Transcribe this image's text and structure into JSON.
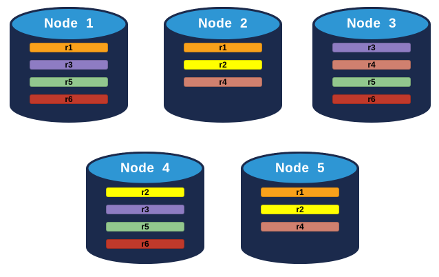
{
  "nodes": [
    {
      "label": "Node  1",
      "replicas": [
        "r1",
        "r3",
        "r5",
        "r6"
      ]
    },
    {
      "label": "Node  2",
      "replicas": [
        "r1",
        "r2",
        "r4"
      ]
    },
    {
      "label": "Node  3",
      "replicas": [
        "r3",
        "r4",
        "r5",
        "r6"
      ]
    },
    {
      "label": "Node  4",
      "replicas": [
        "r2",
        "r3",
        "r5",
        "r6"
      ]
    },
    {
      "label": "Node  5",
      "replicas": [
        "r1",
        "r2",
        "r4"
      ]
    }
  ],
  "replica_colors": {
    "r1": "#F9A11B",
    "r2": "#FFFF00",
    "r3": "#8E7CC3",
    "r4": "#D0806F",
    "r5": "#92C78E",
    "r6": "#C0392B"
  },
  "colors": {
    "cylinder_body": "#1B2A4C",
    "cylinder_top": "#2E96D4",
    "title_text": "#FFFFFF",
    "bar_text": "#000000",
    "background": "#FFFFFF"
  }
}
